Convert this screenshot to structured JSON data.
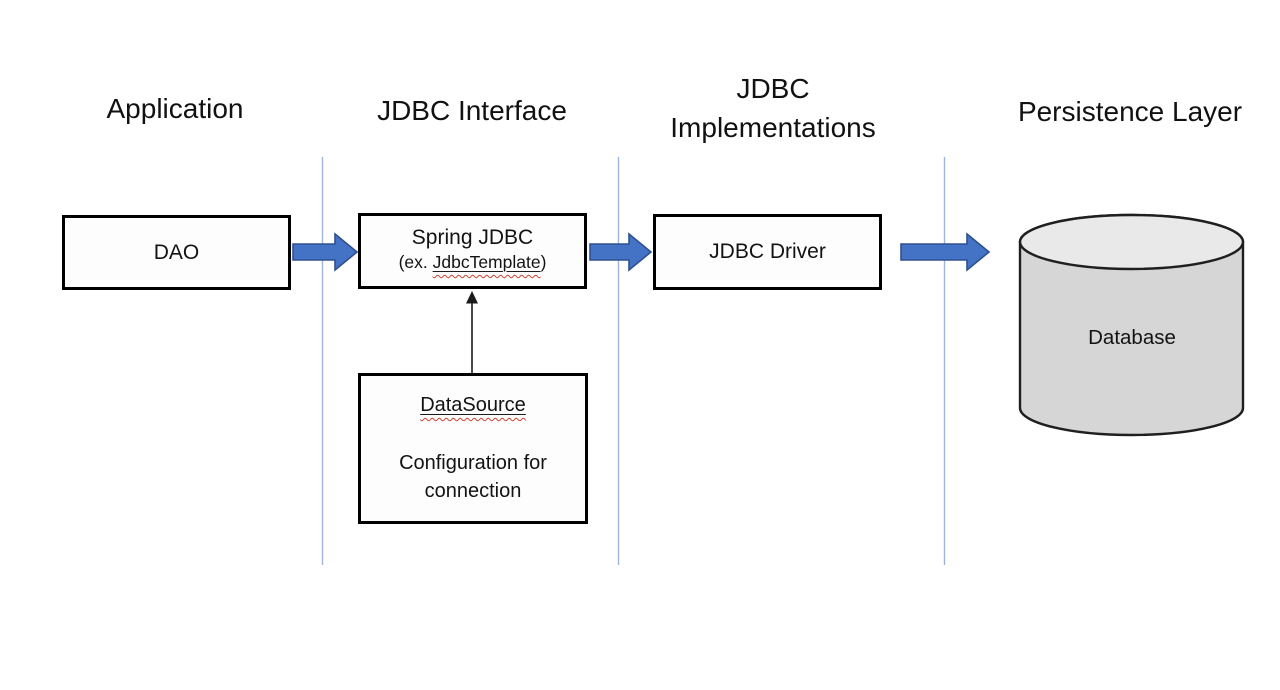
{
  "headers": {
    "application": "Application",
    "jdbc_interface": "JDBC Interface",
    "jdbc_implementations": "JDBC Implementations",
    "persistence_layer": "Persistence Layer"
  },
  "nodes": {
    "dao": {
      "label": "DAO"
    },
    "spring_jdbc": {
      "line1": "Spring JDBC",
      "line2_prefix": "(ex. ",
      "line2_word": "JdbcTemplate",
      "line2_suffix": ")"
    },
    "jdbc_driver": {
      "label": "JDBC Driver"
    },
    "datasource": {
      "title": "DataSource",
      "body": "Configuration for connection"
    },
    "database": {
      "label": "Database"
    }
  },
  "colors": {
    "arrow_fill": "#4472C4",
    "arrow_stroke": "#2F528F",
    "divider_line": "#9FB4DC",
    "cylinder_body": "#D6D6D6",
    "cylinder_top": "#E9E9E9",
    "connector_black": "#1A1A1A",
    "box_border": "#000000",
    "spellcheck_squiggle": "#C9402F"
  }
}
